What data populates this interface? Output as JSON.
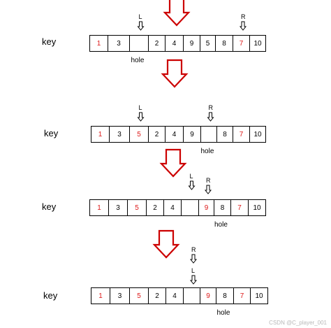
{
  "colors": {
    "arrow": "#cc0000",
    "red_value": "#dd1a1a",
    "black_value": "#000000"
  },
  "key_label": "key",
  "hole_label": "hole",
  "left_pointer_label": "L",
  "right_pointer_label": "R",
  "watermark": "CSDN @C_player_001",
  "steps": [
    {
      "cells": [
        {
          "value": "1",
          "color": "red"
        },
        {
          "value": "3",
          "color": "black"
        },
        {
          "value": "",
          "color": "black"
        },
        {
          "value": "2",
          "color": "black"
        },
        {
          "value": "4",
          "color": "black"
        },
        {
          "value": "9",
          "color": "black"
        },
        {
          "value": "5",
          "color": "black"
        },
        {
          "value": "8",
          "color": "black"
        },
        {
          "value": "7",
          "color": "red"
        },
        {
          "value": "10",
          "color": "black"
        }
      ],
      "hole_index": 2,
      "left_index": 2,
      "right_index": 8
    },
    {
      "cells": [
        {
          "value": "1",
          "color": "red"
        },
        {
          "value": "3",
          "color": "black"
        },
        {
          "value": "5",
          "color": "red"
        },
        {
          "value": "2",
          "color": "black"
        },
        {
          "value": "4",
          "color": "black"
        },
        {
          "value": "9",
          "color": "black"
        },
        {
          "value": "",
          "color": "black"
        },
        {
          "value": "8",
          "color": "black"
        },
        {
          "value": "7",
          "color": "red"
        },
        {
          "value": "10",
          "color": "black"
        }
      ],
      "hole_index": 6,
      "left_index": 2,
      "right_index": 6
    },
    {
      "cells": [
        {
          "value": "1",
          "color": "red"
        },
        {
          "value": "3",
          "color": "black"
        },
        {
          "value": "5",
          "color": "red"
        },
        {
          "value": "2",
          "color": "black"
        },
        {
          "value": "4",
          "color": "black"
        },
        {
          "value": "",
          "color": "black"
        },
        {
          "value": "9",
          "color": "red"
        },
        {
          "value": "8",
          "color": "black"
        },
        {
          "value": "7",
          "color": "red"
        },
        {
          "value": "10",
          "color": "black"
        }
      ],
      "hole_index": 7,
      "left_index": 5,
      "right_index": 6
    },
    {
      "cells": [
        {
          "value": "1",
          "color": "red"
        },
        {
          "value": "3",
          "color": "black"
        },
        {
          "value": "5",
          "color": "red"
        },
        {
          "value": "2",
          "color": "black"
        },
        {
          "value": "4",
          "color": "black"
        },
        {
          "value": "",
          "color": "black"
        },
        {
          "value": "9",
          "color": "red"
        },
        {
          "value": "8",
          "color": "black"
        },
        {
          "value": "7",
          "color": "red"
        },
        {
          "value": "10",
          "color": "black"
        }
      ],
      "hole_index": 7,
      "left_index": 5,
      "right_index": 5,
      "right_above_left": true
    }
  ]
}
